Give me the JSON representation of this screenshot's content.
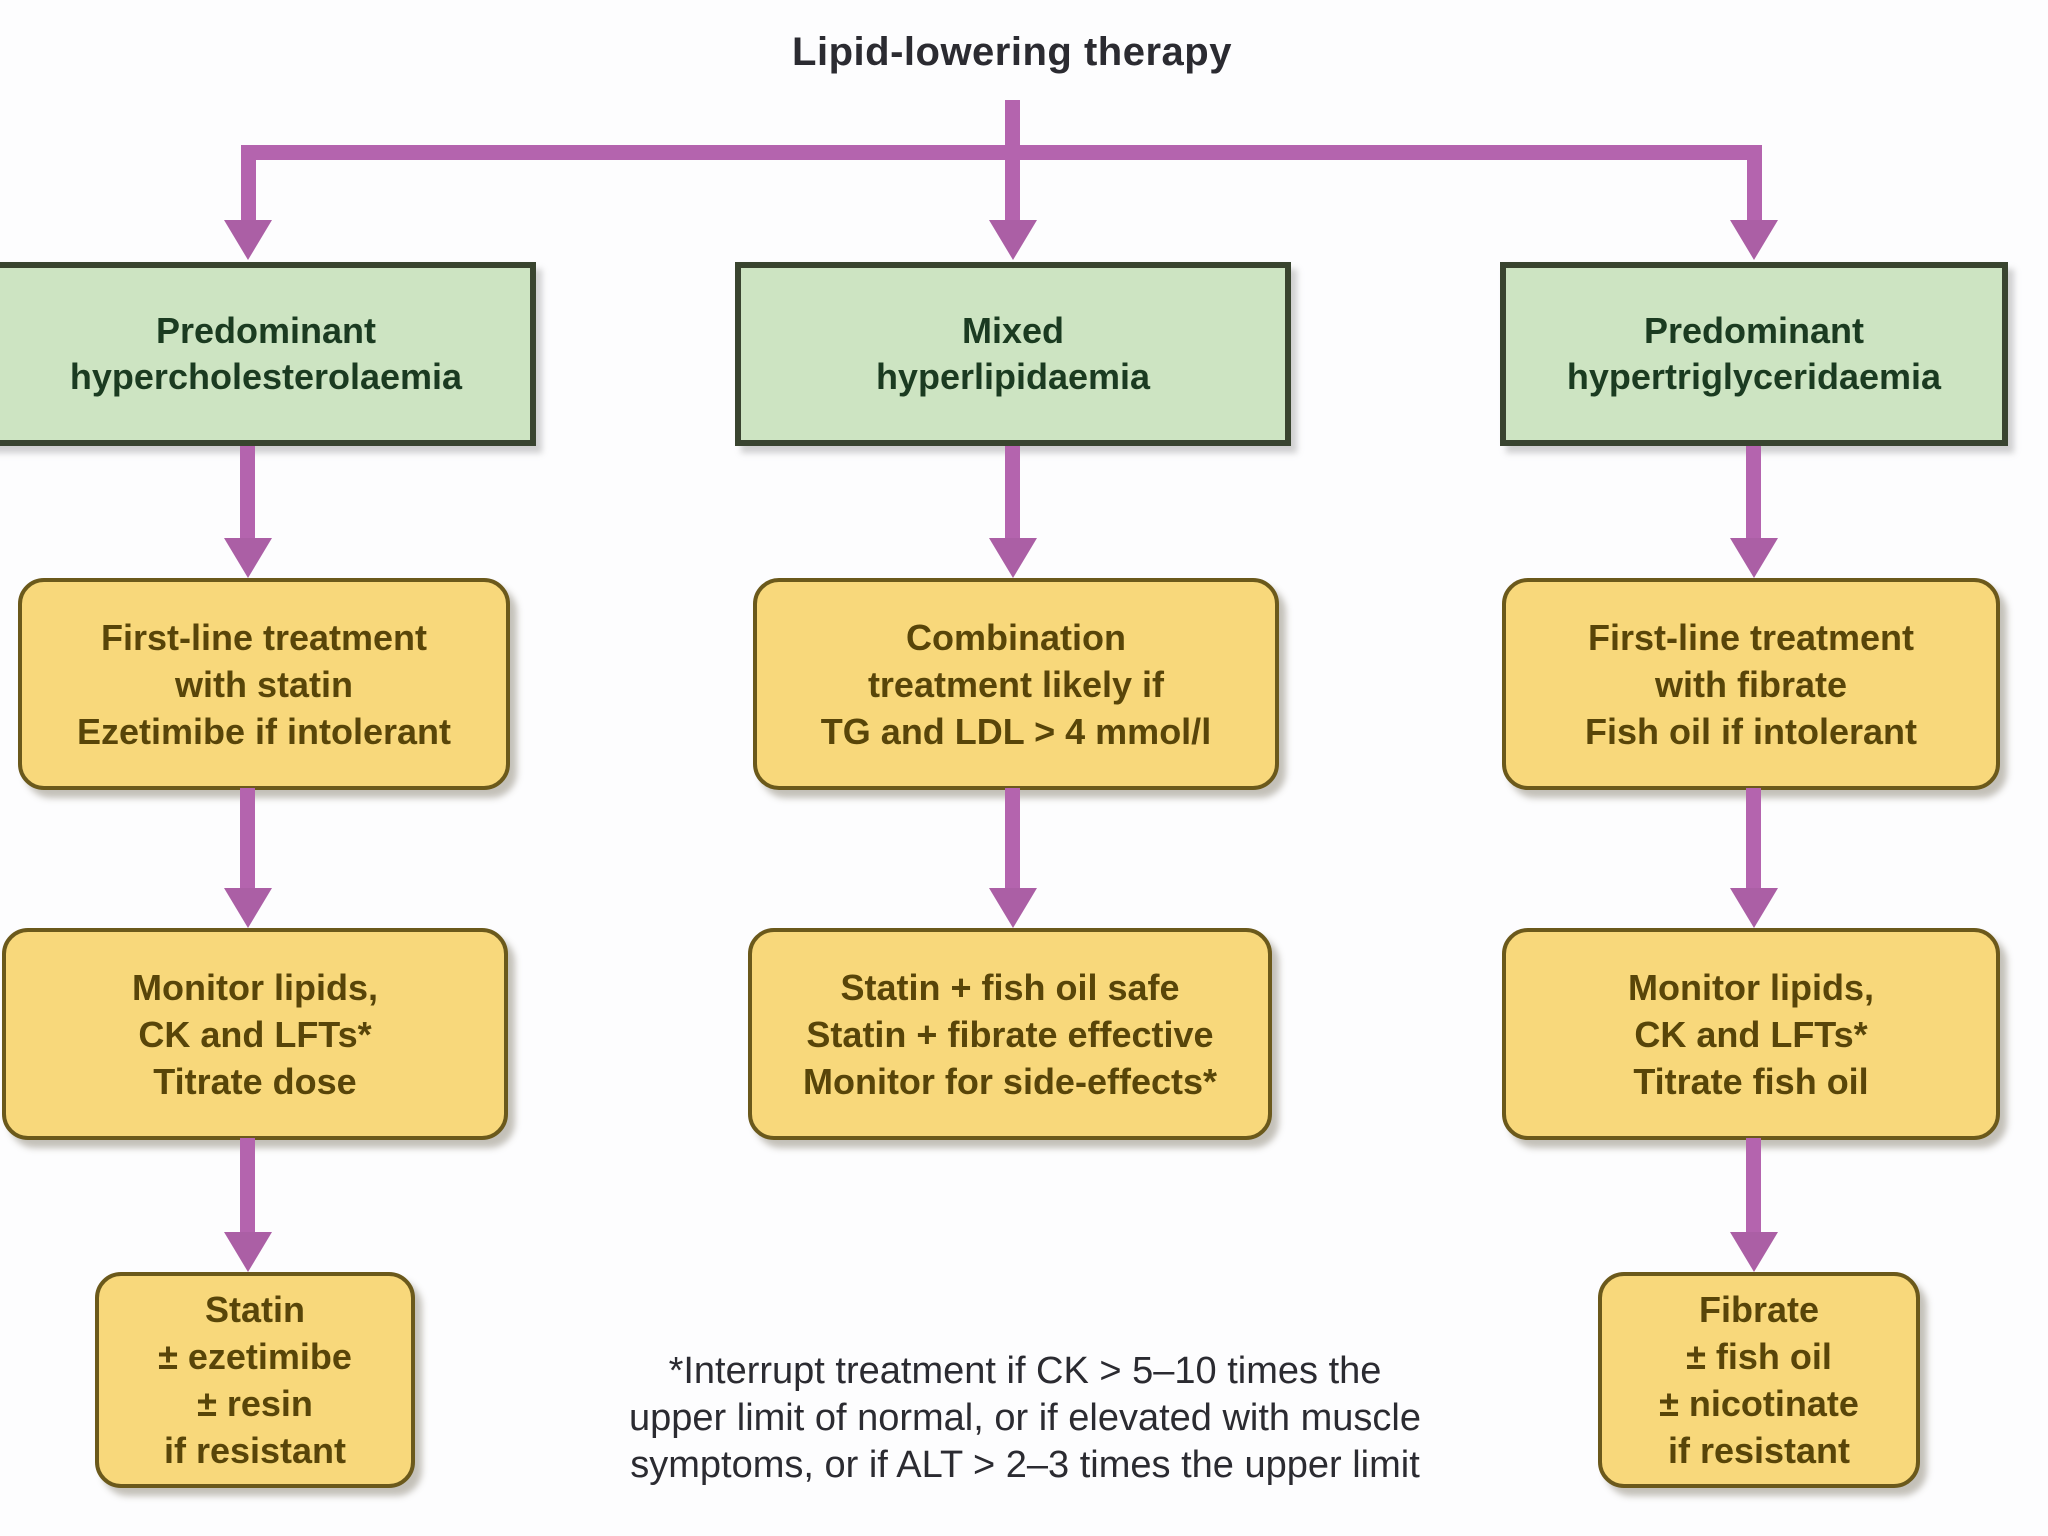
{
  "title": "Lipid-lowering therapy",
  "columns": [
    {
      "header": [
        "Predominant",
        "hypercholesterolaemia"
      ],
      "step1": [
        "First-line treatment",
        "with statin",
        "Ezetimibe if intolerant"
      ],
      "step2": [
        "Monitor lipids,",
        "CK and LFTs*",
        "Titrate dose"
      ],
      "step3": [
        "Statin",
        "± ezetimibe",
        "± resin",
        "if resistant"
      ]
    },
    {
      "header": [
        "Mixed",
        "hyperlipidaemia"
      ],
      "step1": [
        "Combination",
        "treatment likely if",
        "TG and LDL > 4 mmol/l"
      ],
      "step2": [
        "Statin + fish oil safe",
        "Statin + fibrate effective",
        "Monitor for side-effects*"
      ]
    },
    {
      "header": [
        "Predominant",
        "hypertriglyceridaemia"
      ],
      "step1": [
        "First-line treatment",
        "with fibrate",
        "Fish oil if intolerant"
      ],
      "step2": [
        "Monitor lipids,",
        "CK and LFTs*",
        "Titrate fish oil"
      ],
      "step3": [
        "Fibrate",
        "± fish oil",
        "± nicotinate",
        "if resistant"
      ]
    }
  ],
  "footnote": [
    "*Interrupt treatment if CK > 5–10 times the",
    "upper limit of normal, or if elevated with muscle",
    "symptoms, or if ALT > 2–3 times the upper limit"
  ],
  "colors": {
    "arrow": "#b464ae",
    "green_fill": "#cde4c2",
    "green_border": "#39442f",
    "green_text": "#1b3b21",
    "yellow_fill": "#f8d87b",
    "yellow_border": "#6b591b",
    "yellow_text": "#584509",
    "heading_text": "#2b2b31"
  }
}
